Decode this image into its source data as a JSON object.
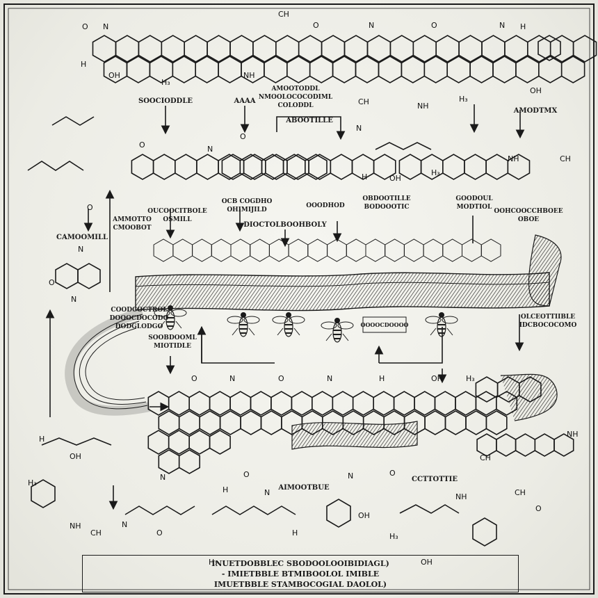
{
  "labels": {
    "top_left": "SOOCIODDLE",
    "top_mid": "AAAA",
    "top_mid2_line1": "AMOOTODDL",
    "top_mid2_line2": "NMOOLOCOCODIML",
    "top_mid2_line3": "COLODDL",
    "top_center": "ABOOTILLE",
    "top_right": "AMODTMX",
    "left_upper": "CAMOOMILL",
    "left_mid_line1": "AMMOTTO",
    "left_mid_line2": "CMOOBOT",
    "mid_left_line1": "OUCOOCITBOLE",
    "mid_left_line2": "OSMILL",
    "mid_mid_line1": "OCB COGDHO",
    "mid_mid_line2": "OHIMIJILD",
    "mid_center": "OOODHOD",
    "mid_right_line1": "OBDOOTILLE",
    "mid_right_line2": "BODOOOTIC",
    "mid_right2_line1": "GOODOUL",
    "mid_right2_line2": "MODTIOL",
    "mid_far_right_line1": "OOHCOOCCHBOEE",
    "mid_far_right_line2": "OBOE",
    "mid_band": "DIOCTOLBOOHBOLY",
    "left_lower_line1": "COODCOCTROL",
    "left_lower_line2": "DOOOCDOCODO",
    "left_lower_line3": "DODGLODGO",
    "center_lower_line1": "SOOBDOOML",
    "center_lower_line2": "MIOTIDLE",
    "right_lower_line1": "OLCEOTTIIBLE",
    "right_lower_line2": "IDCBOCOCOMO",
    "bottom_mid": "AIMOOTBUE",
    "bottom_right": "CCTTOTTIE",
    "box_center": "OOOOCDOOOO"
  },
  "legend": {
    "line1": "INUETDOBBLEC SBODOOLOOIBIDIAGL)",
    "line2": "- IMIETBBLE BTMIBOOLOL IMIBLE",
    "line3": "IMUETBBLE STAMBOCOGIAL DAOLOL)"
  }
}
